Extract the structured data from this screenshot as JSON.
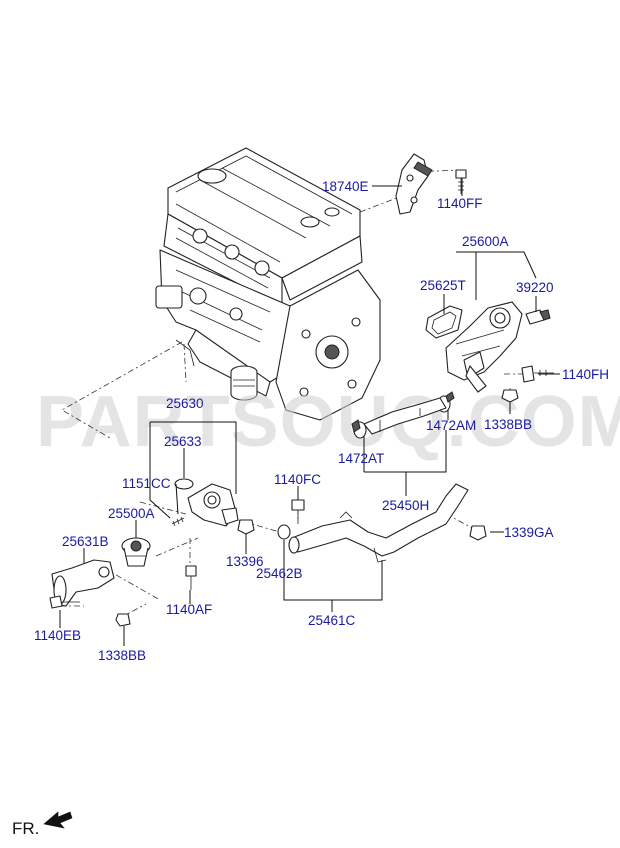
{
  "diagram": {
    "watermark": "PARTSOUQ.COM",
    "direction_label": "FR.",
    "parts": {
      "p18740E": "18740E",
      "p1140FF": "1140FF",
      "p25600A": "25600A",
      "p25625T": "25625T",
      "p39220": "39220",
      "p1140FH": "1140FH",
      "p1338BB_top": "1338BB",
      "p1472AM": "1472AM",
      "p1472AT": "1472AT",
      "p25450H": "25450H",
      "p25630": "25630",
      "p25633": "25633",
      "p1151CC": "1151CC",
      "p25500A": "25500A",
      "p25631B": "25631B",
      "p1140FC": "1140FC",
      "p1339GA": "1339GA",
      "p13396": "13396",
      "p25462B": "25462B",
      "p1140AF": "1140AF",
      "p25461C": "25461C",
      "p1140EB": "1140EB",
      "p1338BB_bottom": "1338BB"
    }
  }
}
